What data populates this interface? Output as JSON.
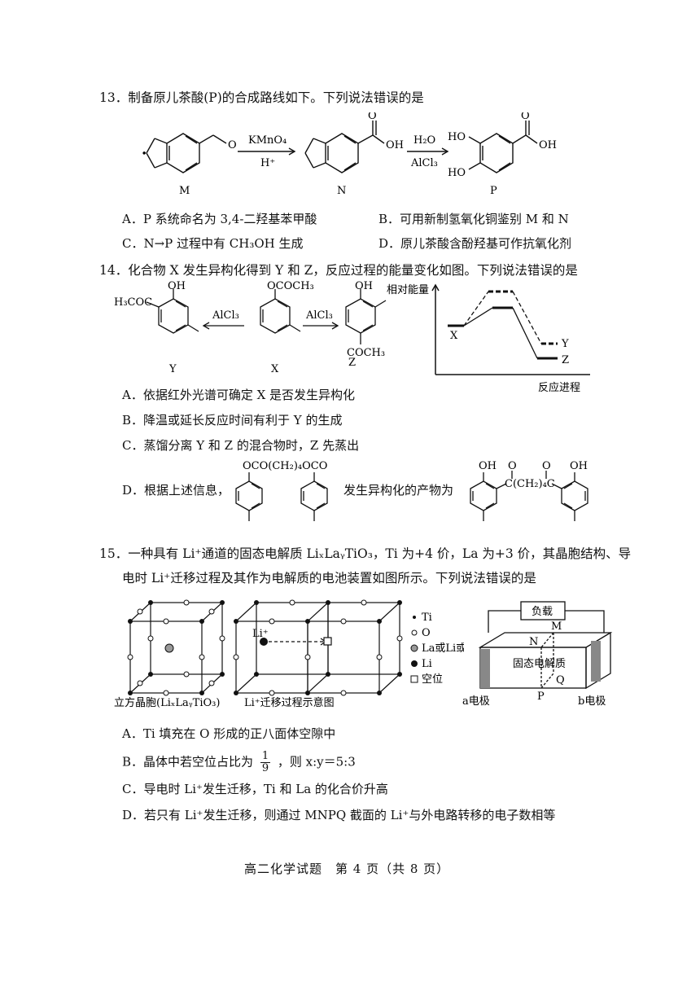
{
  "q13": {
    "stem": "13．制备原儿茶酸(P)的合成路线如下。下列说法错误的是",
    "scheme": {
      "reagent1_top": "KMnO₄",
      "reagent1_bottom": "H⁺",
      "reagent2_top": "H₂O",
      "reagent2_bottom": "AlCl₃",
      "label_M": "M",
      "label_N": "N",
      "label_P": "P",
      "group_O": "O",
      "group_OH": "OH",
      "group_HO": "HO"
    },
    "options": [
      "A．P 系统命名为 3,4-二羟基苯甲酸",
      "B．可用新制氢氧化铜鉴别 M 和 N",
      "C．N→P 过程中有 CH₃OH 生成",
      "D．原儿茶酸含酚羟基可作抗氧化剂"
    ]
  },
  "q14": {
    "stem": "14．化合物 X 发生异构化得到 Y 和 Z，反应过程的能量变化如图。下列说法错误的是",
    "scheme": {
      "reagent": "AlCl₃",
      "y_sub_acyl": "H₃COC",
      "y_sub_oh": "OH",
      "x_sub": "OCOCH₃",
      "z_sub_oh": "OH",
      "z_sub_acyl": "COCH₃",
      "label_Y": "Y",
      "label_X": "X",
      "label_Z": "Z"
    },
    "energy": {
      "ylabel": "相对能量",
      "xlabel": "反应进程",
      "label_X": "X",
      "label_Y": "Y",
      "label_Z": "Z"
    },
    "options": [
      "A．依据红外光谱可确定 X 是否发生异构化",
      "B．降温或延长反应时间有利于 Y 的生成",
      "C．蒸馏分离 Y 和 Z 的混合物时，Z 先蒸出"
    ],
    "optionD": {
      "prefix": "D．根据上述信息，",
      "middle": "发生异构化的产物为",
      "reactant_bridge": "OCO(CH₂)₄OCO",
      "product_bridge": "C(CH₂)₄C",
      "product_O": "O",
      "product_OH": "OH"
    }
  },
  "q15": {
    "stem_line1": "15．一种具有 Li⁺通道的固态电解质 LiₓLaᵧTiO₃，Ti 为+4 价，La 为+3 价，其晶胞结构、导",
    "stem_line2": "电时 Li⁺迁移过程及其作为电解质的电池装置如图所示。下列说法错误的是",
    "figure": {
      "cell1_caption": "立方晶胞(LiₓLaᵧTiO₃)",
      "cell2_caption": "Li⁺迁移过程示意图",
      "li_label": "Li⁺",
      "legend": [
        "Ti",
        "O",
        "La或Li或空位",
        "Li",
        "空位"
      ],
      "battery_load": "负载",
      "battery_electrolyte": "固态电解质",
      "label_M": "M",
      "label_N": "N",
      "label_P": "P",
      "label_Q": "Q",
      "electrode_a": "a电极",
      "electrode_b": "b电极"
    },
    "options": {
      "A": "A．Ti 填充在 O 形成的正八面体空隙中",
      "B_prefix": "B．晶体中若空位占比为",
      "B_frac_num": "1",
      "B_frac_den": "9",
      "B_suffix": "，则 x:y＝5:3",
      "C": "C．导电时 Li⁺发生迁移，Ti 和 La 的化合价升高",
      "D": "D．若只有 Li⁺发生迁移，则通过 MNPQ 截面的 Li⁺与外电路转移的电子数相等"
    }
  },
  "footer": "高二化学试题　第 4 页（共 8 页）"
}
